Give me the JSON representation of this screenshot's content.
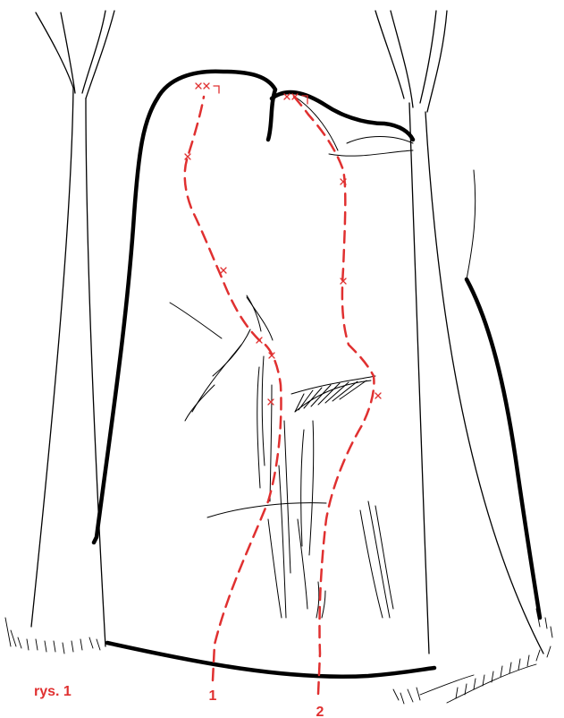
{
  "figure": {
    "caption": "rys. 1"
  },
  "routes": [
    {
      "number": "1"
    },
    {
      "number": "2"
    }
  ],
  "colors": {
    "route": "#e03030",
    "caption": "#e03030",
    "ink": "#000000",
    "background": "#ffffff"
  }
}
